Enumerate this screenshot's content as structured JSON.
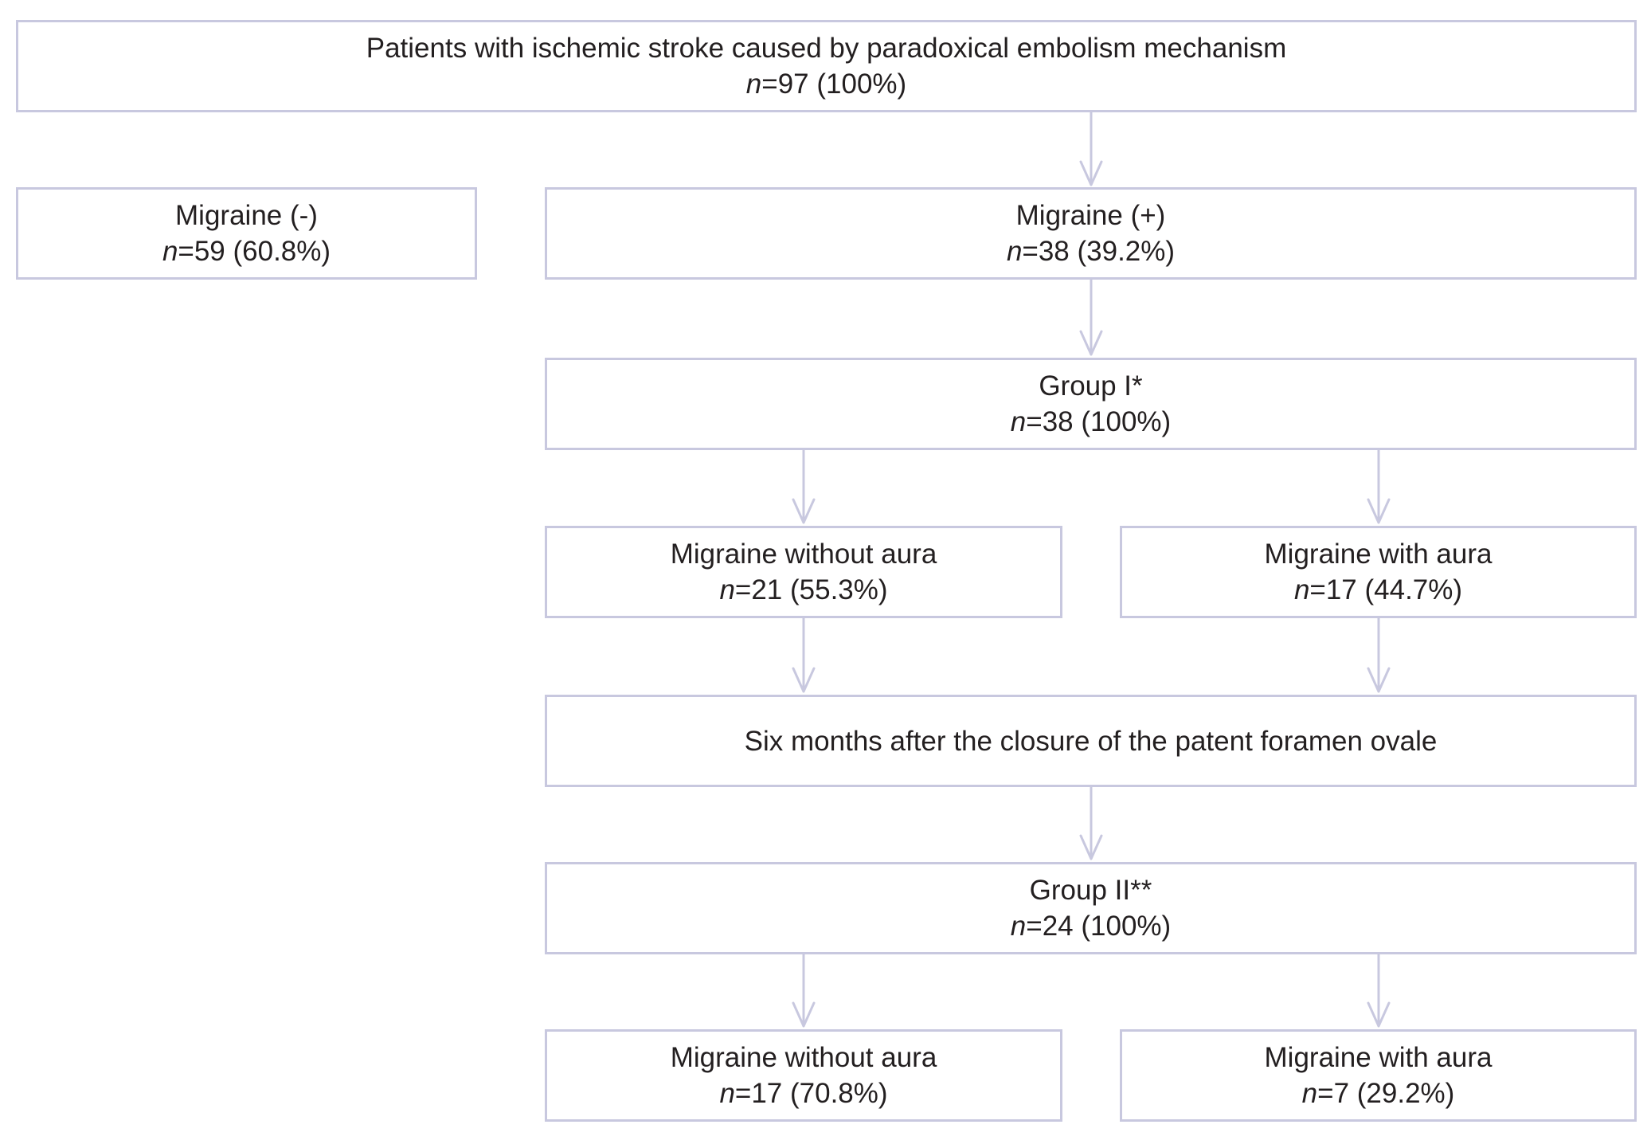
{
  "colors": {
    "border": "#c8c8df",
    "arrow": "#c8c8df",
    "text": "#231f20",
    "background": "#ffffff"
  },
  "nodes": {
    "root": {
      "label": "Patients with ischemic stroke caused by paradoxical embolism mechanism",
      "n_symbol": "n",
      "count": "=97 (100%)"
    },
    "migraine_neg": {
      "label": "Migraine (-)",
      "n_symbol": "n",
      "count": "=59 (60.8%)"
    },
    "migraine_pos": {
      "label": "Migraine (+)",
      "n_symbol": "n",
      "count": "=38 (39.2%)"
    },
    "group1": {
      "label": "Group I*",
      "n_symbol": "n",
      "count": "=38 (100%)"
    },
    "g1_without": {
      "label": "Migraine without aura",
      "n_symbol": "n",
      "count": "=21 (55.3%)"
    },
    "g1_with": {
      "label": "Migraine with aura",
      "n_symbol": "n",
      "count": "=17 (44.7%)"
    },
    "closure": {
      "label": "Six months after the closure of the patent foramen ovale"
    },
    "group2": {
      "label": "Group II**",
      "n_symbol": "n",
      "count": "=24 (100%)"
    },
    "g2_without": {
      "label": "Migraine without aura",
      "n_symbol": "n",
      "count": "=17 (70.8%)"
    },
    "g2_with": {
      "label": "Migraine with aura",
      "n_symbol": "n",
      "count": "=7 (29.2%)"
    }
  }
}
